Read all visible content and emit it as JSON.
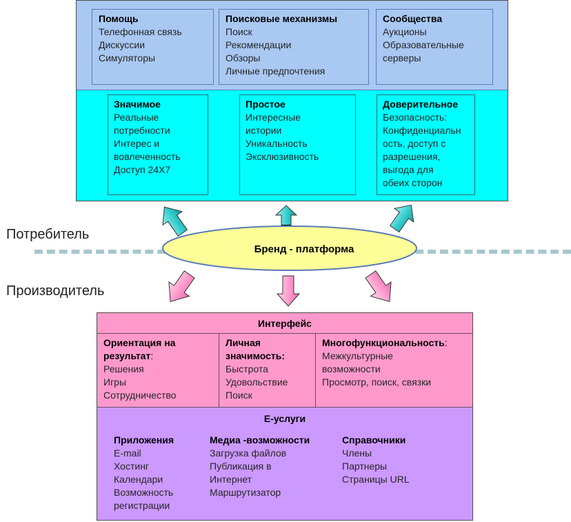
{
  "top": {
    "groups": [
      {
        "title": "Помощь",
        "items": [
          "Телефонная связь",
          "Дискуссии",
          "Симуляторы"
        ]
      },
      {
        "title": "Поисковые механизмы",
        "items": [
          "Поиск",
          "Рекомендации",
          "Обзоры",
          "Личные предпочтения"
        ]
      },
      {
        "title": "Сообщества",
        "items": [
          "Аукционы",
          "Образовательные",
          "серверы"
        ]
      }
    ],
    "values": [
      {
        "title": "Значимое",
        "items": [
          "Реальные",
          "потребности",
          "Интерес и",
          "вовлеченность",
          "Доступ 24Х7"
        ]
      },
      {
        "title": "Простое",
        "items": [
          "Интересные",
          "истории",
          "Уникальность",
          "Эксклюзивность"
        ]
      },
      {
        "title": "Доверительное",
        "items": [
          "Безопасность:",
          "Конфиденциальн",
          "ость, доступ с",
          "разрешения,",
          "выгода для",
          "обеих сторон"
        ]
      }
    ]
  },
  "middle": {
    "consumer_label": "Потребитель",
    "producer_label": "Производитель",
    "brand_label": "Бренд - платформа"
  },
  "interface": {
    "title": "Интерфейс",
    "columns": [
      {
        "title_lines": [
          "Ориентация на",
          "результат"
        ],
        "suffix": ":",
        "items": [
          "Решения",
          "Игры",
          "Сотрудничество"
        ]
      },
      {
        "title_lines": [
          "Личная",
          "значимость:"
        ],
        "suffix": "",
        "items": [
          "Быстрота",
          "Удовольствие",
          "Поиск"
        ]
      },
      {
        "title_lines": [
          "Многофункциональность"
        ],
        "suffix": ":",
        "items": [
          "Межкультурные",
          "возможности",
          "Просмотр, поиск, связки"
        ]
      }
    ]
  },
  "eservices": {
    "title": "E-услуги",
    "columns": [
      {
        "title": "Приложения",
        "items": [
          "E-mail",
          "Хостинг",
          "Календари",
          "Возможность",
          "регистрации"
        ]
      },
      {
        "title": "Медиа -возможности",
        "items": [
          "Загрузка файлов",
          "Публикация в",
          "Интернет",
          "Маршрутизатор"
        ]
      },
      {
        "title": "Справочники",
        "items": [
          "Члены",
          "Партнеры",
          "Страницы URL"
        ]
      }
    ]
  },
  "colors": {
    "top_row": "#a9c8f2",
    "mid_row": "#00ffff",
    "interface_row": "#ff99cc",
    "eservices_row": "#cc99ff",
    "ellipse": "#ffff99",
    "up_arrow": "#33cccc",
    "down_arrow": "#ff99cc"
  }
}
